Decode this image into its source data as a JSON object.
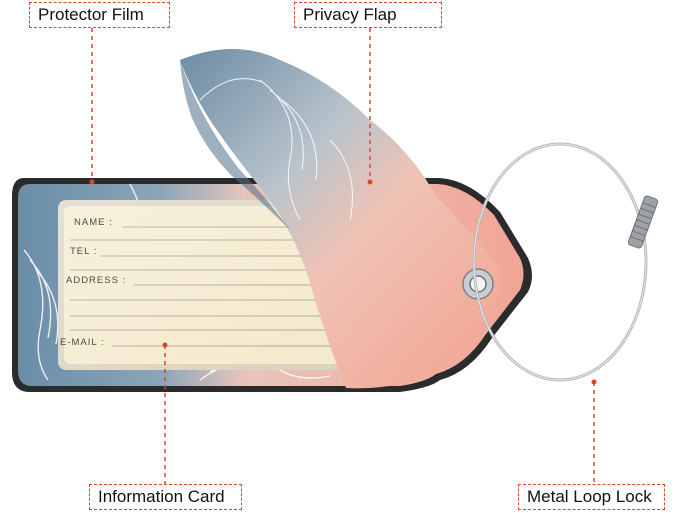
{
  "callouts": {
    "protector_film": "Protector Film",
    "privacy_flap": "Privacy Flap",
    "information_card": "Information Card",
    "metal_loop_lock": "Metal Loop Lock"
  },
  "card_fields": [
    "NAME :",
    "TEL :",
    "ADDRESS :",
    "E-MAIL :"
  ],
  "colors": {
    "callout_border": "#d9472b",
    "tag_blue": "#6f8fa6",
    "tag_pink": "#f0a89a",
    "card_paper": "#f3e8c9",
    "tag_edge": "#2b2b2b",
    "metal": "#b5b8bc"
  }
}
